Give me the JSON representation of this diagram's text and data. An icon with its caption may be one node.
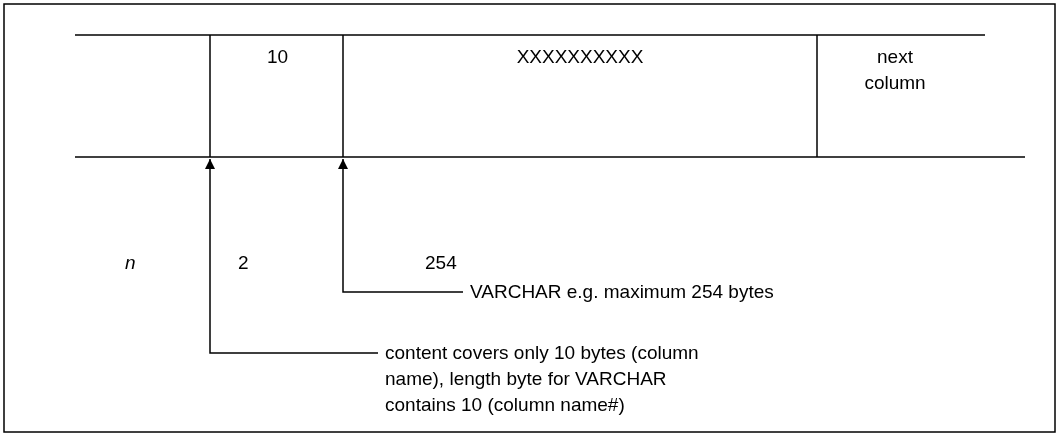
{
  "diagram": {
    "nodes": [
      {
        "text": [
          "10"
        ]
      },
      {
        "text": [
          "XXXXXXXXXX"
        ]
      },
      {
        "text": [
          "next column"
        ]
      },
      {
        "text": [
          "VARCHAR e.g. maximum 254 bytes"
        ]
      },
      {
        "text": [
          "content covers only 10 bytes (column name), length byte for VARCHAR contains 10 (column name#)"
        ]
      }
    ],
    "edges": [
      {
        "from": 3,
        "to": null,
        "arrow": "to"
      },
      {
        "from": 4,
        "to": null,
        "arrow": "to"
      }
    ],
    "labels": [
      "n",
      "2",
      "254"
    ]
  }
}
